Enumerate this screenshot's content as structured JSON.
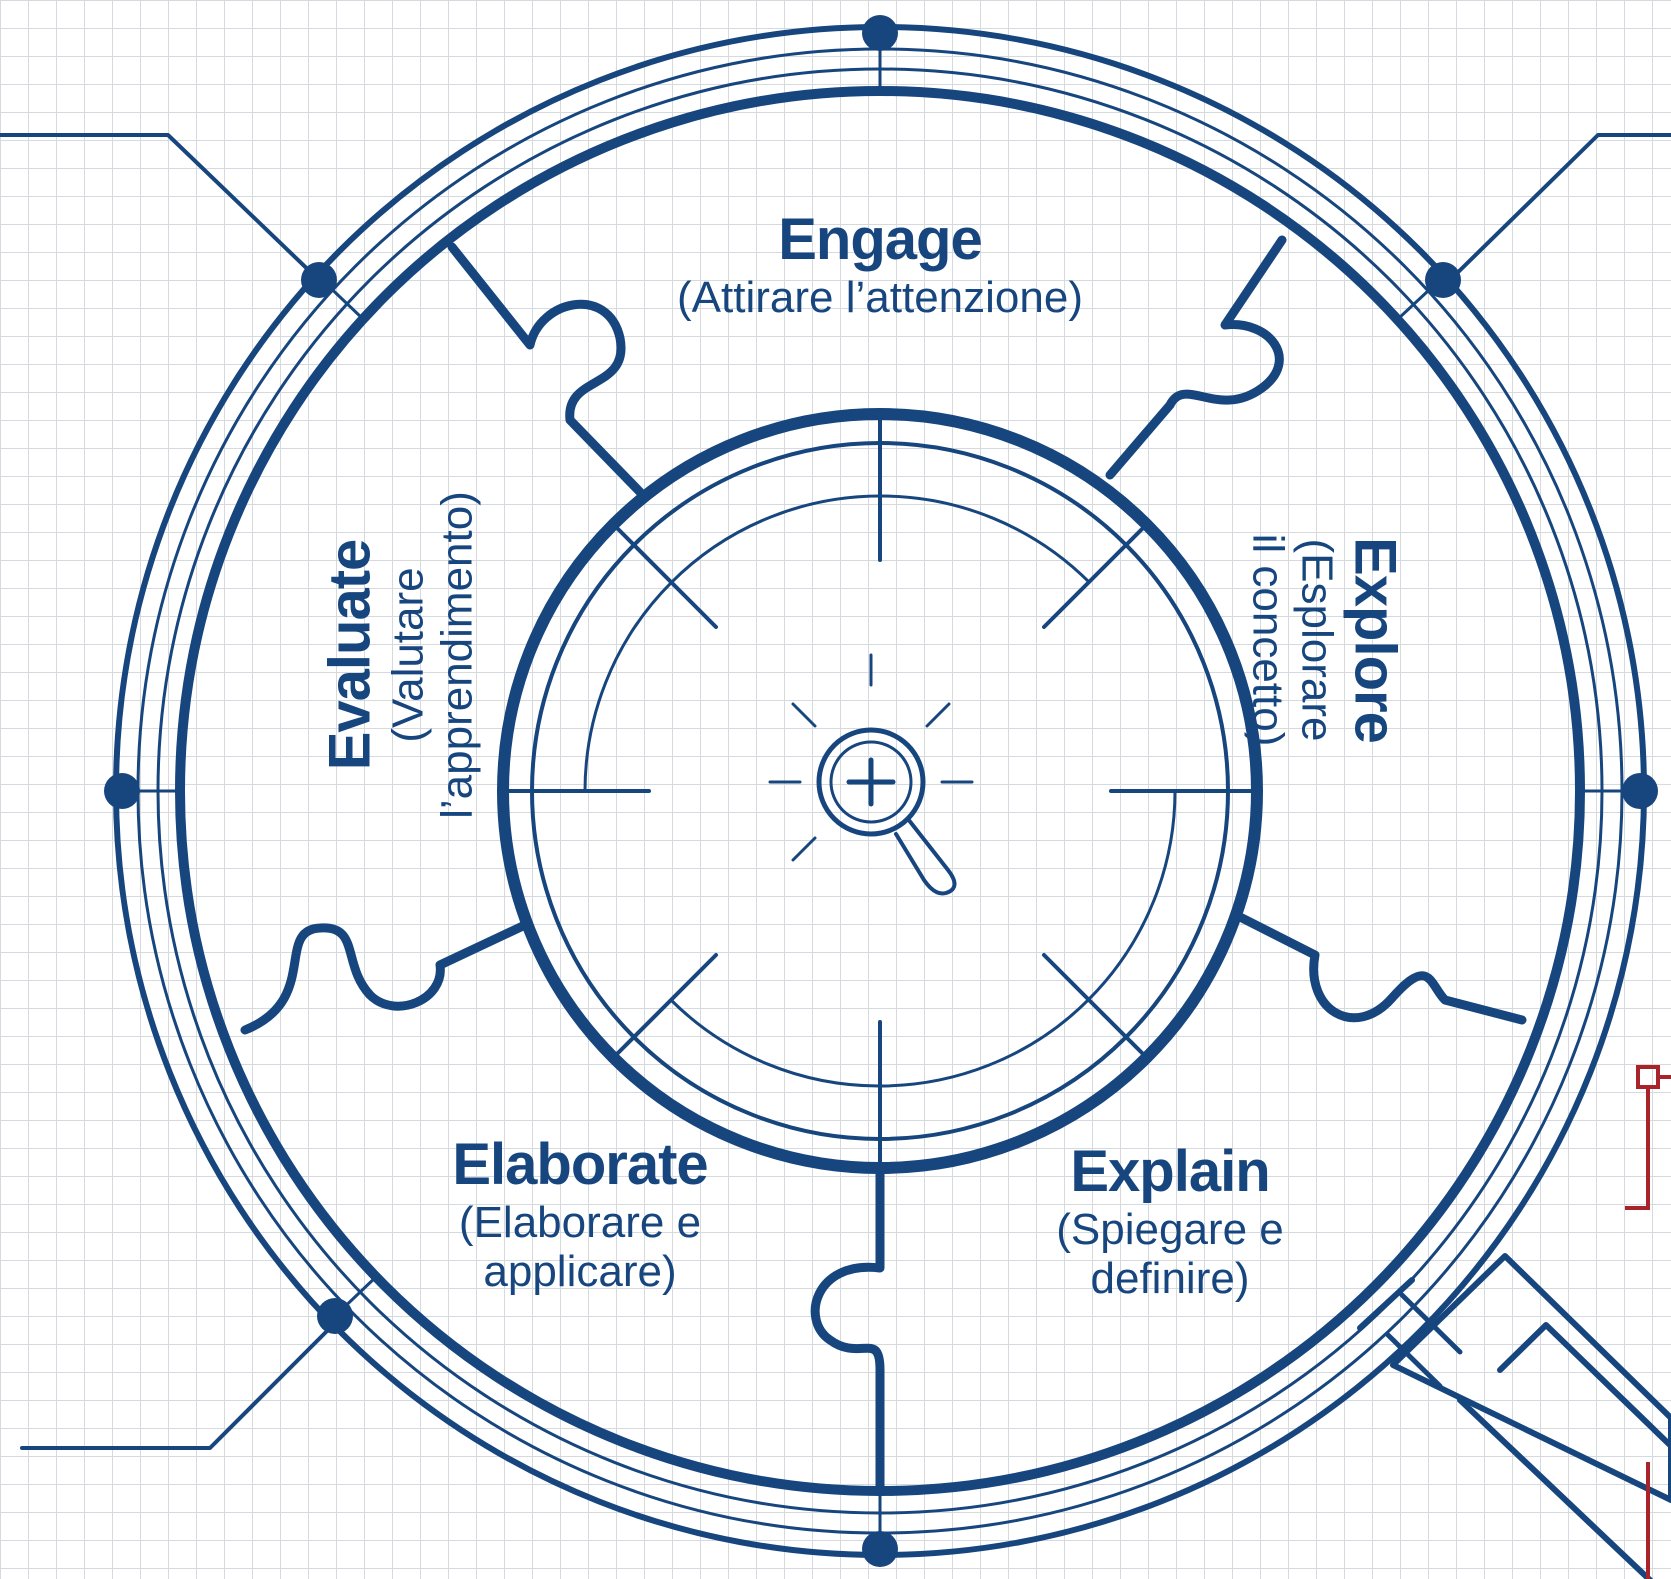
{
  "segments": {
    "engage": {
      "title": "Engage",
      "subtitle": "(Attirare l’attenzione)"
    },
    "explore": {
      "title": "Explore",
      "subtitle_lines": [
        "(Esplorare",
        "il concetto)"
      ]
    },
    "explain": {
      "title": "Explain",
      "subtitle_lines": [
        "(Spiegare e",
        "definire)"
      ]
    },
    "elaborate": {
      "title": "Elaborate",
      "subtitle_lines": [
        "(Elaborare e",
        "applicare)"
      ]
    },
    "evaluate": {
      "title": "Evaluate",
      "subtitle_lines": [
        "(Valutare",
        "l’apprendimento)"
      ]
    }
  },
  "colors": {
    "primary": "#17467f",
    "accent": "#a8242a",
    "grid": "#d6d9de"
  },
  "icons": {
    "center": "magnifier-plus-icon"
  }
}
